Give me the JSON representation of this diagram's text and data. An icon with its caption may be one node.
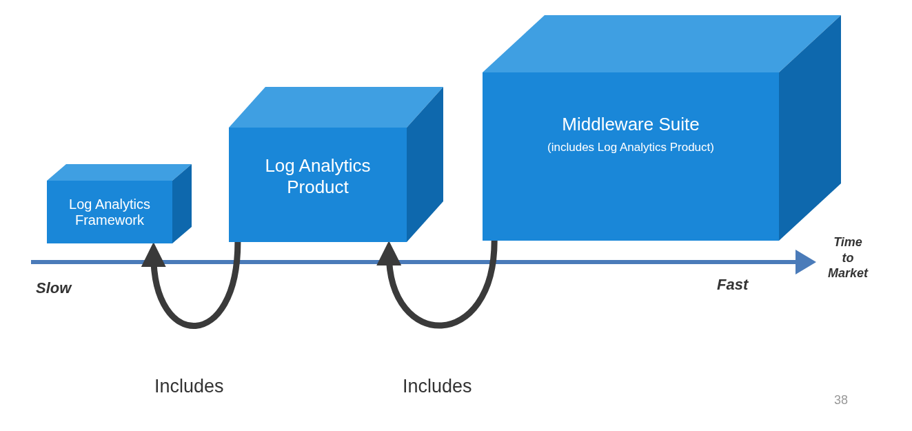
{
  "diagram": {
    "nodes": [
      {
        "text": [
          "Log Analytics Framework"
        ]
      },
      {
        "text": [
          "Log Analytics Product"
        ]
      },
      {
        "text": [
          "Middleware Suite",
          "(includes Log Analytics Product)"
        ]
      }
    ],
    "edges": [
      {
        "from": 1,
        "to": 0,
        "arrow": "to",
        "label": "Includes"
      },
      {
        "from": 2,
        "to": 1,
        "arrow": "to",
        "label": "Includes"
      }
    ],
    "labels": [
      "Slow",
      "Fast",
      "Time to Market",
      "38"
    ]
  }
}
